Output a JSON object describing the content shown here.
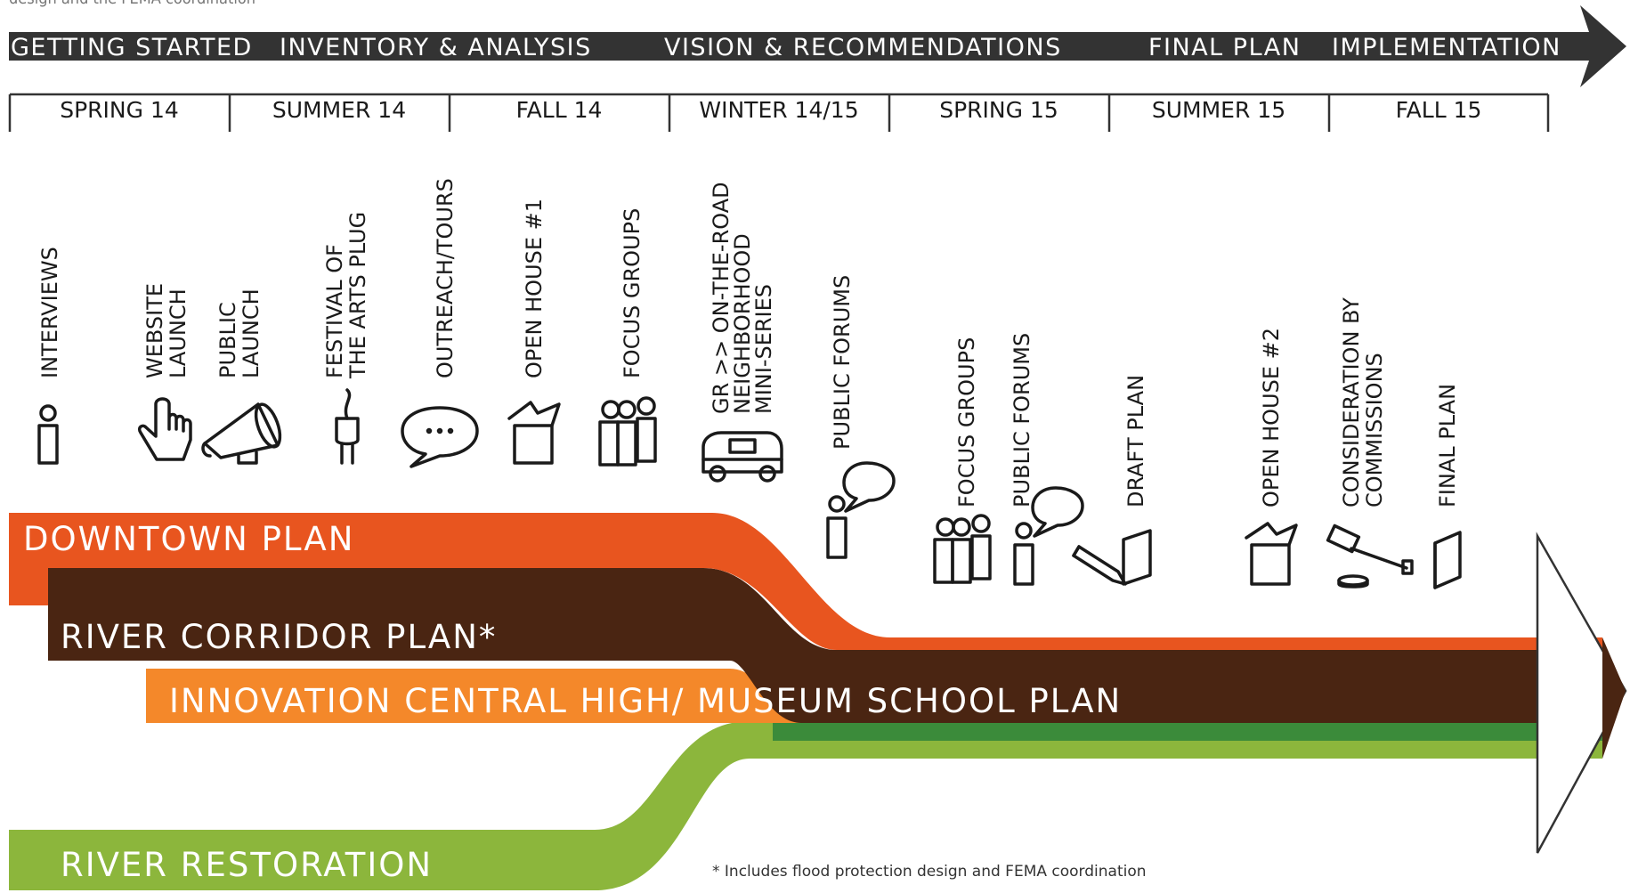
{
  "top_caption": "design and the FEMA coordination",
  "phases": [
    "GETTING STARTED",
    "INVENTORY & ANALYSIS",
    "VISION & RECOMMENDATIONS",
    "FINAL PLAN",
    "IMPLEMENTATION"
  ],
  "seasons": [
    "SPRING 14",
    "SUMMER 14",
    "FALL 14",
    "WINTER 14/15",
    "SPRING 15",
    "SUMMER 15",
    "FALL 15"
  ],
  "events": {
    "interviews": [
      "INTERVIEWS"
    ],
    "website_launch": [
      "WEBSITE",
      "LAUNCH"
    ],
    "public_launch": [
      "PUBLIC",
      "LAUNCH"
    ],
    "festival": [
      "FESTIVAL OF",
      "THE ARTS PLUG"
    ],
    "outreach": [
      "OUTREACH/TOURS"
    ],
    "open_house_1": [
      "OPEN HOUSE #1"
    ],
    "focus_groups_1": [
      "FOCUS GROUPS"
    ],
    "on_the_road": [
      "GR >> ON-THE-ROAD",
      "NEIGHBORHOOD",
      "MINI-SERIES"
    ],
    "public_forums_1": [
      "PUBLIC FORUMS"
    ],
    "focus_groups_2": [
      "FOCUS GROUPS"
    ],
    "public_forums_2": [
      "PUBLIC FORUMS"
    ],
    "draft_plan": [
      "DRAFT PLAN"
    ],
    "open_house_2": [
      "OPEN HOUSE #2"
    ],
    "consideration": [
      "CONSIDERATION BY",
      "COMMISSIONS"
    ],
    "final_plan": [
      "FINAL PLAN"
    ]
  },
  "bands": {
    "downtown": "DOWNTOWN PLAN",
    "river_corridor": "RIVER CORRIDOR PLAN*",
    "innovation": "INNOVATION CENTRAL HIGH/ MUSEUM SCHOOL PLAN",
    "river_restoration": "RIVER RESTORATION"
  },
  "footnote": "* Includes flood protection design and FEMA coordination",
  "colors": {
    "arrow": "#333333",
    "downtown": "#e8551f",
    "brown": "#4a2512",
    "river_corridor": "#54b3bf",
    "innovation": "#f4882a",
    "green": "#8cb63c",
    "dark_green": "#3b8b3a"
  }
}
